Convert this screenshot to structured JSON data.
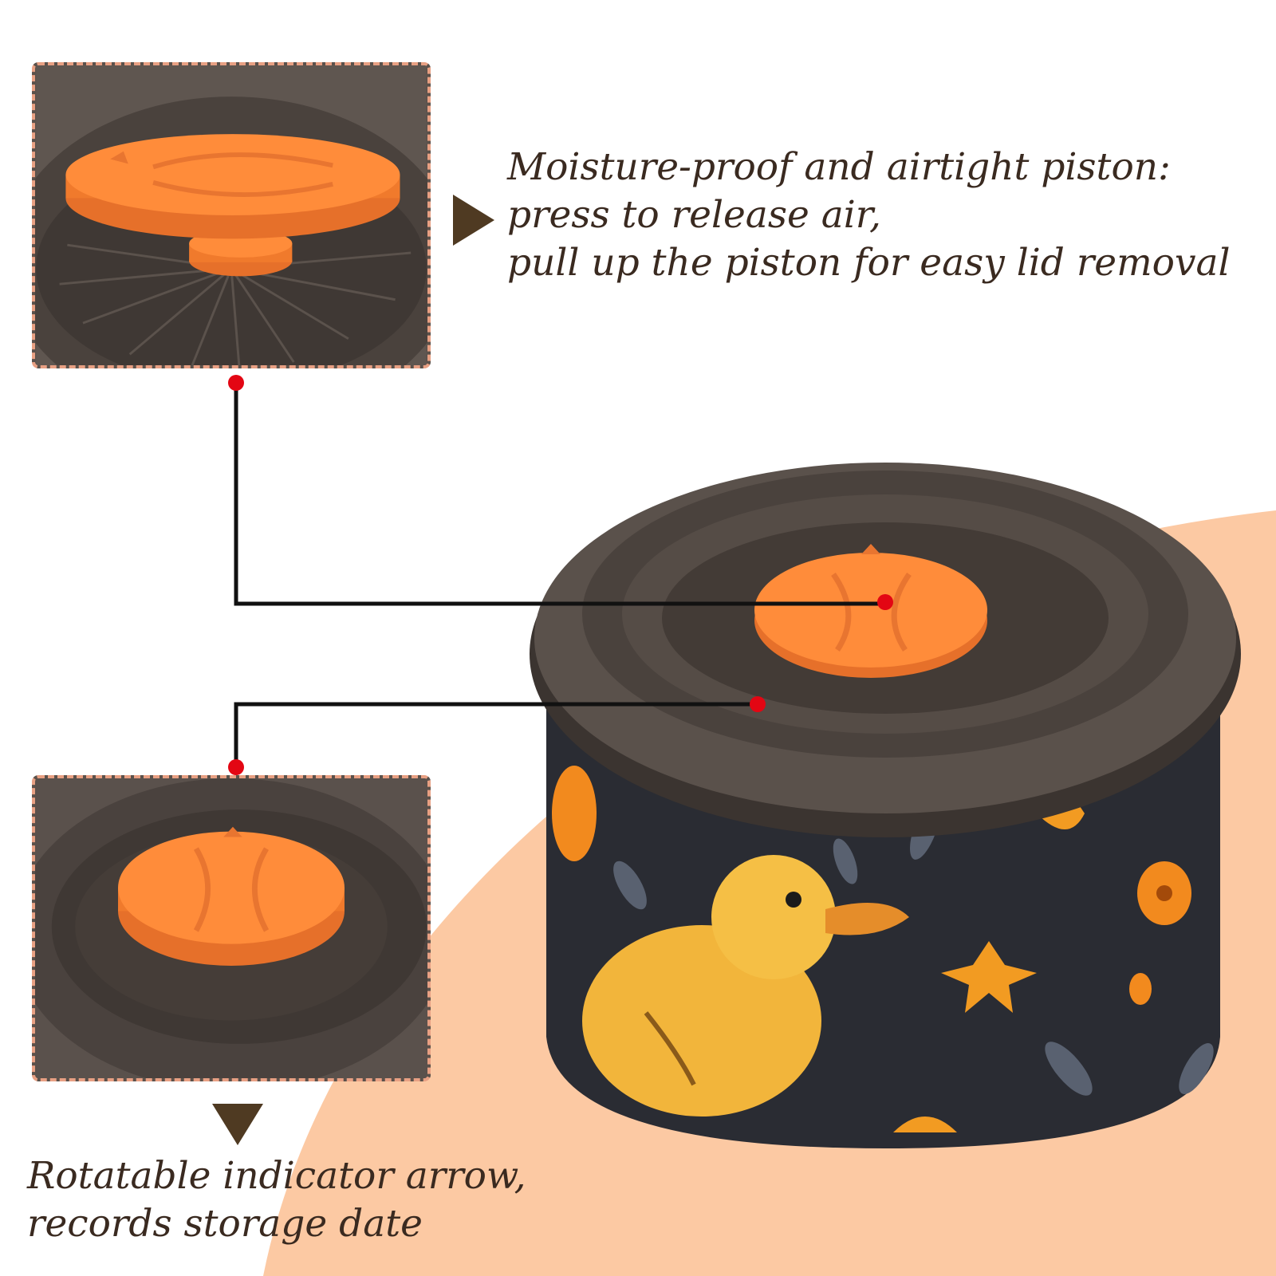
{
  "captions": {
    "piston": {
      "line1": "Moisture-proof and airtight piston:",
      "line2": "press to release air,",
      "line3": "pull up the piston for easy lid removal"
    },
    "indicator": {
      "line1": "Rotatable indicator arrow,",
      "line2": "records storage date"
    }
  },
  "colors": {
    "accent_orange": "#ff8c3a",
    "lid_dark": "#4e4640",
    "peach_background": "#fcc9a3",
    "dashed_border": "#e8a083",
    "leader_dot": "#e30613",
    "arrow_brown": "#4f3a22",
    "can_body": "#2a2c33",
    "duckling": "#f2b53b"
  },
  "icons": {
    "right_arrow": "triangle-right-icon",
    "down_arrow": "triangle-down-icon"
  }
}
